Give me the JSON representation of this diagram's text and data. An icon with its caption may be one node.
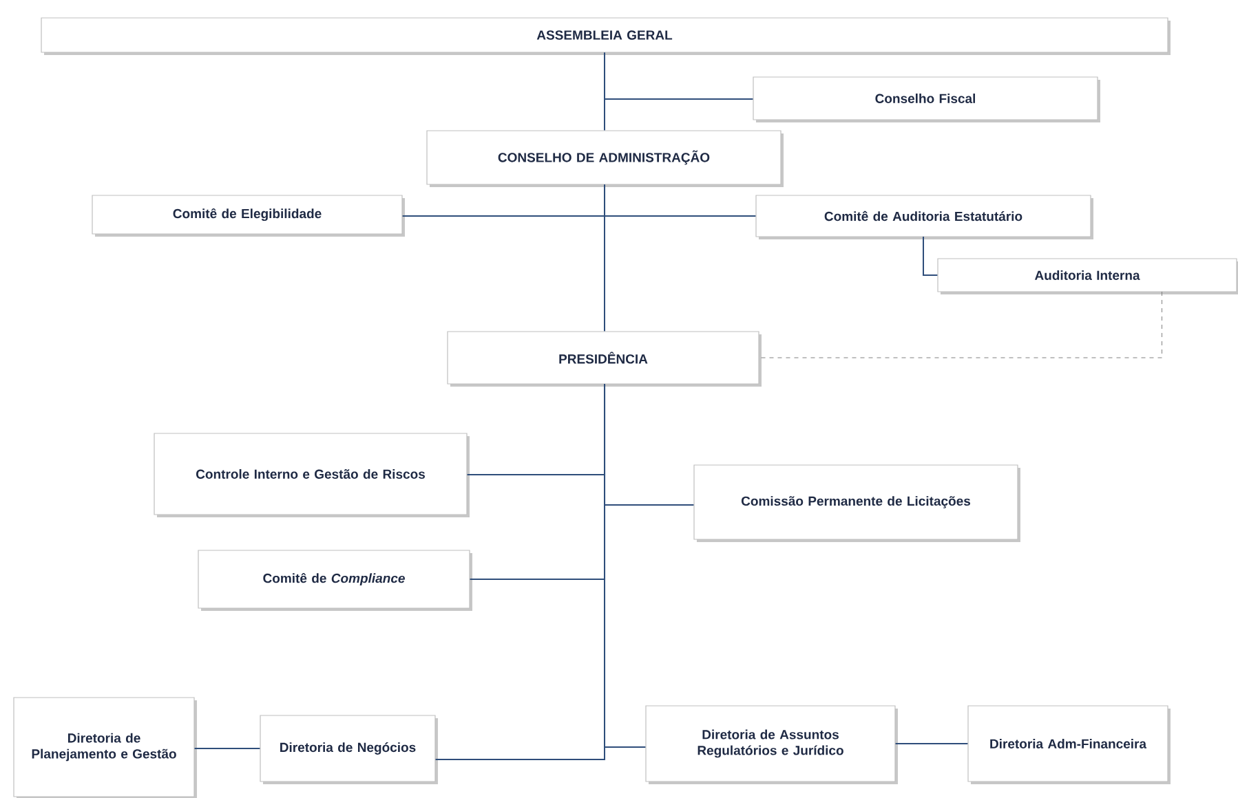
{
  "diagram": {
    "nodes": [
      {
        "text": [
          "ASSEMBLEIA GERAL"
        ]
      },
      {
        "text": [
          "Conselho Fiscal"
        ]
      },
      {
        "text": [
          "CONSELHO DE ADMINISTRAÇÃO"
        ]
      },
      {
        "text": [
          "Comitê de Elegibilidade"
        ]
      },
      {
        "text": [
          "Comitê de Auditoria Estatutário"
        ]
      },
      {
        "text": [
          "Auditoria Interna"
        ]
      },
      {
        "text": [
          "PRESIDÊNCIA"
        ]
      },
      {
        "text": [
          "Controle Interno e Gestão de Riscos"
        ]
      },
      {
        "text": [
          "Comissão Permanente de Licitações"
        ]
      },
      {
        "text": [
          "Comitê de *Compliance*"
        ]
      },
      {
        "text": [
          "Diretoria de Planejamento e Gestão"
        ]
      },
      {
        "text": [
          "Diretoria de Negócios"
        ]
      },
      {
        "text": [
          "Diretoria de Assuntos Regulatórios e Jurídico"
        ]
      },
      {
        "text": [
          "Diretoria Adm-Financeira"
        ]
      }
    ],
    "edges": [
      {
        "from": 0,
        "to": 2,
        "arrow": "none"
      },
      {
        "from": 0,
        "to": 1,
        "arrow": "none"
      },
      {
        "from": 2,
        "to": 6,
        "arrow": "none"
      },
      {
        "from": 2,
        "to": 3,
        "arrow": "none"
      },
      {
        "from": 2,
        "to": 4,
        "arrow": "none"
      },
      {
        "from": 4,
        "to": 5,
        "arrow": "none"
      },
      {
        "from": 5,
        "to": 6,
        "arrow": "none",
        "style": "dashed",
        "color": "#7f7f7f"
      },
      {
        "from": 6,
        "to": 7,
        "arrow": "none"
      },
      {
        "from": 6,
        "to": 8,
        "arrow": "none"
      },
      {
        "from": 6,
        "to": 9,
        "arrow": "none"
      },
      {
        "from": 6,
        "to": 11,
        "arrow": "none"
      },
      {
        "from": 6,
        "to": 12,
        "arrow": "none"
      },
      {
        "from": 11,
        "to": 10,
        "arrow": "none"
      },
      {
        "from": 12,
        "to": 13,
        "arrow": "none"
      }
    ]
  }
}
